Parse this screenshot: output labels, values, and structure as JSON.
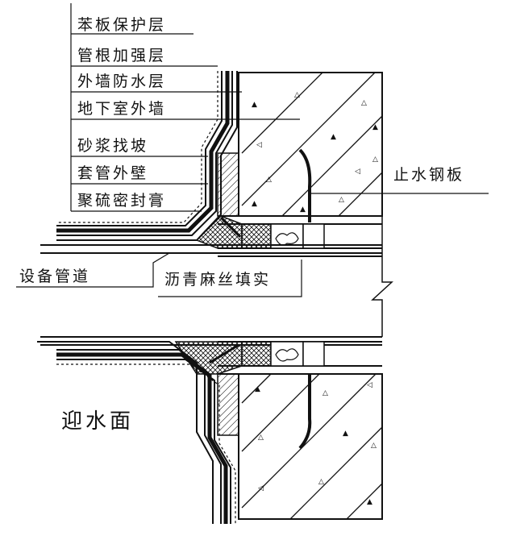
{
  "labels": {
    "protect_layer": "苯板保护层",
    "pipe_root_reinforce": "管根加强层",
    "outer_wall_waterproof": "外墙防水层",
    "basement_outer_wall": "地下室外墙",
    "mortar_slope": "砂浆找坡",
    "sleeve_outer_wall": "套管外壁",
    "polysulfide_sealant": "聚硫密封膏",
    "water_stop_steel_plate": "止水钢板",
    "equipment_pipe": "设备管道",
    "asphalt_hemp_filling": "沥青麻丝填实",
    "water_facing_side": "迎水面"
  },
  "colors": {
    "line": "#111111",
    "background": "#ffffff"
  }
}
